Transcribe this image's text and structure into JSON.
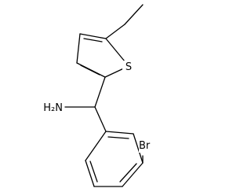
{
  "molecule": {
    "atom_labels": {
      "sulfur": "S",
      "amine": "H₂N",
      "bromine": "Br"
    }
  }
}
